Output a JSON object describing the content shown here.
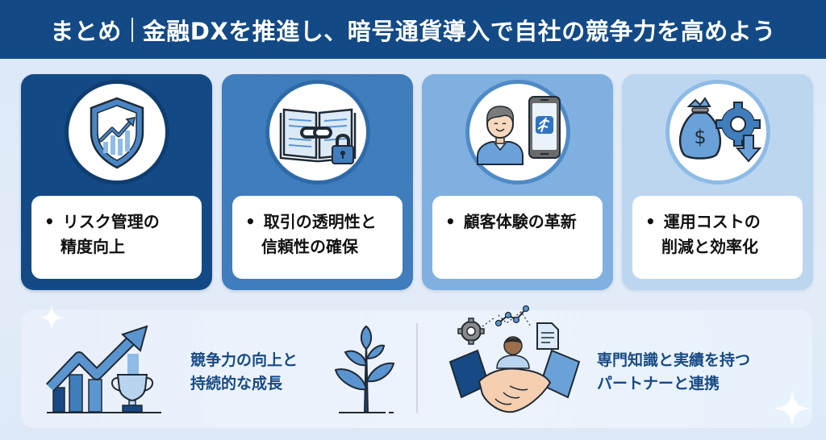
{
  "header": {
    "title_prefix": "まとめ",
    "title_main": "金融DXを推進し、暗号通貨導入で自社の競争力を高めよう"
  },
  "cards": [
    {
      "icon": "shield-chart-icon",
      "line1": "リスク管理の",
      "line2": "精度向上",
      "bg": "#134a86"
    },
    {
      "icon": "ledger-lock-icon",
      "line1": "取引の透明性と",
      "line2": "信頼性の確保",
      "bg": "#3f7dbc"
    },
    {
      "icon": "customer-smartphone-icon",
      "line1": "顧客体験の革新",
      "line2": "",
      "bg": "#7fb0e0"
    },
    {
      "icon": "money-gear-down-icon",
      "line1": "運用コストの",
      "line2": "削減と効率化",
      "bg": "#bcd6f0"
    }
  ],
  "bullet": "•",
  "bottom": {
    "left": {
      "icon_left": "growth-chart-trophy-icon",
      "line1": "競争力の向上と",
      "line2": "持続的な成長",
      "icon_right": "plant-icon"
    },
    "right": {
      "icon": "handshake-partner-icon",
      "line1": "専門知識と実績を持つ",
      "line2": "パートナーと連携"
    }
  },
  "colors": {
    "header_bg": "#134a86",
    "accent_text": "#174a84",
    "page_bg": "#dbe7f7"
  }
}
